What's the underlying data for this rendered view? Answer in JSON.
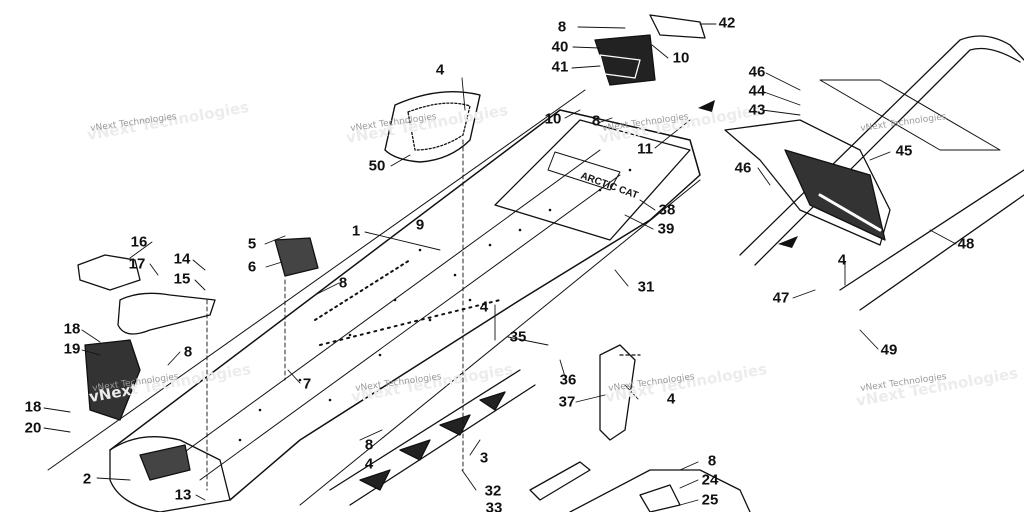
{
  "watermark": {
    "text": "vNext Technologies",
    "color": "#9a9a9a"
  },
  "decal_text": "ARCTIC CAT",
  "callouts": [
    {
      "id": "c1",
      "text": "1"
    },
    {
      "id": "c2",
      "text": "2"
    },
    {
      "id": "c3",
      "text": "3"
    },
    {
      "id": "c4a",
      "text": "4"
    },
    {
      "id": "c4b",
      "text": "4"
    },
    {
      "id": "c4c",
      "text": "4"
    },
    {
      "id": "c4d",
      "text": "4"
    },
    {
      "id": "c4e",
      "text": "4"
    },
    {
      "id": "c5",
      "text": "5"
    },
    {
      "id": "c6",
      "text": "6"
    },
    {
      "id": "c7",
      "text": "7"
    },
    {
      "id": "c8a",
      "text": "8"
    },
    {
      "id": "c8b",
      "text": "8"
    },
    {
      "id": "c8c",
      "text": "8"
    },
    {
      "id": "c8d",
      "text": "8"
    },
    {
      "id": "c8e",
      "text": "8"
    },
    {
      "id": "c8f",
      "text": "8"
    },
    {
      "id": "c9",
      "text": "9"
    },
    {
      "id": "c10a",
      "text": "10"
    },
    {
      "id": "c10b",
      "text": "10"
    },
    {
      "id": "c11",
      "text": "11"
    },
    {
      "id": "c13",
      "text": "13"
    },
    {
      "id": "c14",
      "text": "14"
    },
    {
      "id": "c15",
      "text": "15"
    },
    {
      "id": "c16",
      "text": "16"
    },
    {
      "id": "c17",
      "text": "17"
    },
    {
      "id": "c18a",
      "text": "18"
    },
    {
      "id": "c18b",
      "text": "18"
    },
    {
      "id": "c19",
      "text": "19"
    },
    {
      "id": "c20",
      "text": "20"
    },
    {
      "id": "c24",
      "text": "24"
    },
    {
      "id": "c25",
      "text": "25"
    },
    {
      "id": "c31",
      "text": "31"
    },
    {
      "id": "c32",
      "text": "32"
    },
    {
      "id": "c33",
      "text": "33"
    },
    {
      "id": "c35",
      "text": "35"
    },
    {
      "id": "c36",
      "text": "36"
    },
    {
      "id": "c37",
      "text": "37"
    },
    {
      "id": "c38",
      "text": "38"
    },
    {
      "id": "c39",
      "text": "39"
    },
    {
      "id": "c40",
      "text": "40"
    },
    {
      "id": "c41",
      "text": "41"
    },
    {
      "id": "c42",
      "text": "42"
    },
    {
      "id": "c43",
      "text": "43"
    },
    {
      "id": "c44",
      "text": "44"
    },
    {
      "id": "c45",
      "text": "45"
    },
    {
      "id": "c46a",
      "text": "46"
    },
    {
      "id": "c46b",
      "text": "46"
    },
    {
      "id": "c47",
      "text": "47"
    },
    {
      "id": "c48",
      "text": "48"
    },
    {
      "id": "c49",
      "text": "49"
    },
    {
      "id": "c50",
      "text": "50"
    }
  ]
}
